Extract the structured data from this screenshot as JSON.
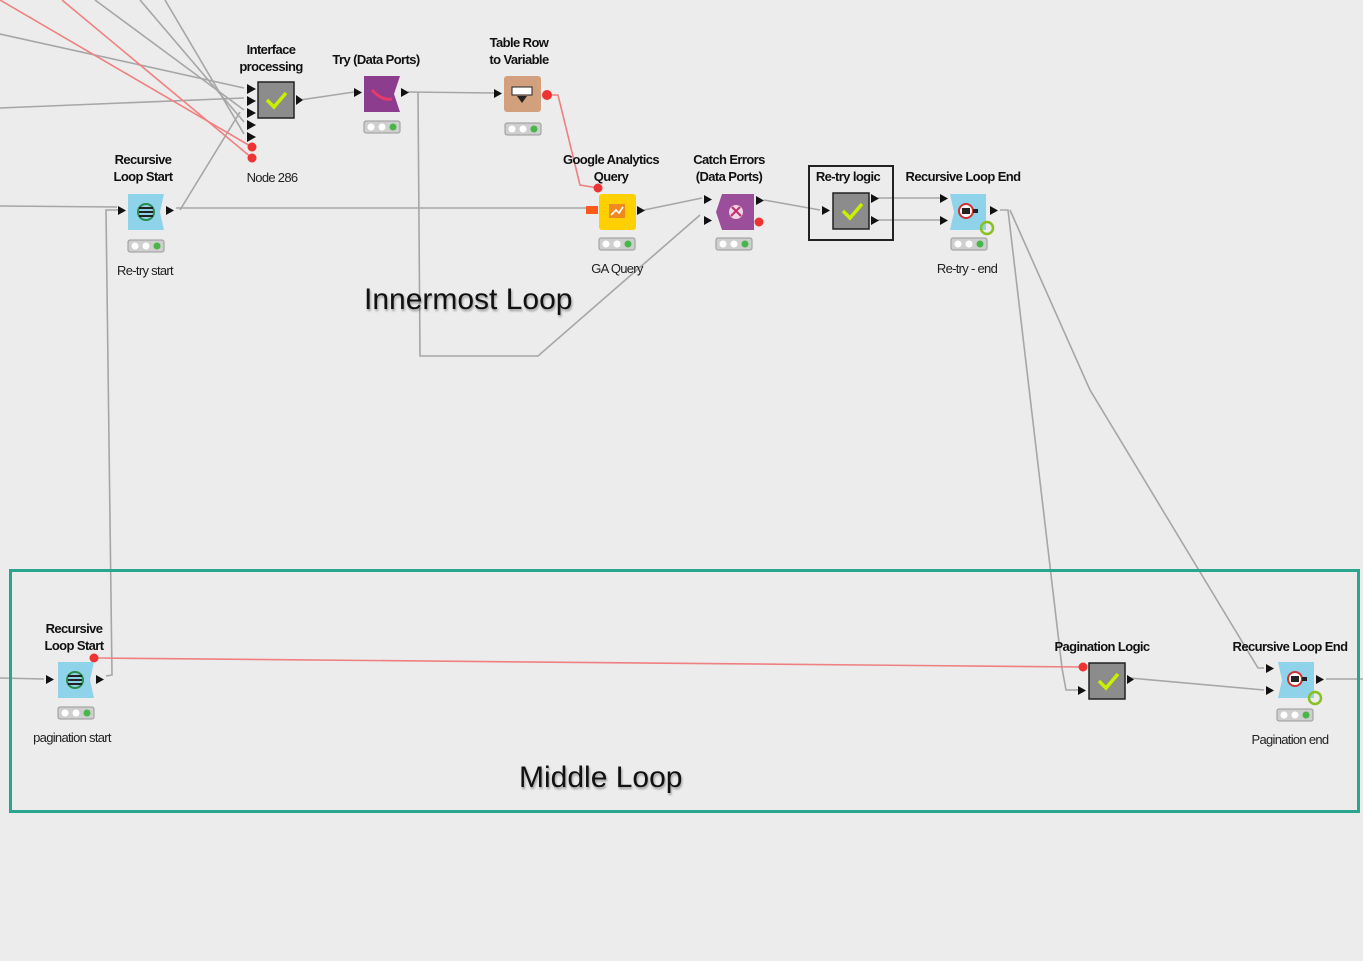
{
  "workflow": {
    "annotations": {
      "innermost_loop": "Innermost Loop",
      "middle_loop": "Middle Loop"
    },
    "nodes": {
      "interface_processing": {
        "title": "Interface\nprocessing",
        "label": "Node 286",
        "icon": "check-metanode-icon"
      },
      "try": {
        "title": "Try (Data Ports)",
        "icon": "try-icon"
      },
      "table_row_to_variable": {
        "title": "Table Row\nto Variable",
        "icon": "row-to-variable-icon"
      },
      "recursive_loop_start_1": {
        "title": "Recursive\nLoop Start",
        "label": "Re-try start",
        "icon": "loop-start-icon"
      },
      "google_analytics_query": {
        "title": "Google Analytics\nQuery",
        "label": "GA Query",
        "icon": "analytics-icon"
      },
      "catch_errors": {
        "title": "Catch Errors\n(Data Ports)",
        "icon": "catch-icon"
      },
      "retry_logic": {
        "title": "Re-try logic",
        "icon": "check-metanode-icon"
      },
      "recursive_loop_end_1": {
        "title": "Recursive Loop End",
        "label": "Re-try - end",
        "icon": "loop-end-icon"
      },
      "recursive_loop_start_2": {
        "title": "Recursive\nLoop Start",
        "label": "pagination start",
        "icon": "loop-start-icon"
      },
      "pagination_logic": {
        "title": "Pagination Logic",
        "icon": "check-metanode-icon"
      },
      "recursive_loop_end_2": {
        "title": "Recursive Loop End",
        "label": "Pagination end",
        "icon": "loop-end-icon"
      }
    },
    "colors": {
      "data_connection": "#a6a6a6",
      "variable_connection": "#f08080",
      "loop_box": "#2aa58e",
      "metanode": "#8c8c8c",
      "loop_node": "#8fd3ea",
      "try_node": "#8d3d8d",
      "table_row_node": "#d3a07d",
      "ga_node": "#ffd000",
      "catch_node": "#9b4f9b",
      "status_green": "#48b648"
    }
  }
}
